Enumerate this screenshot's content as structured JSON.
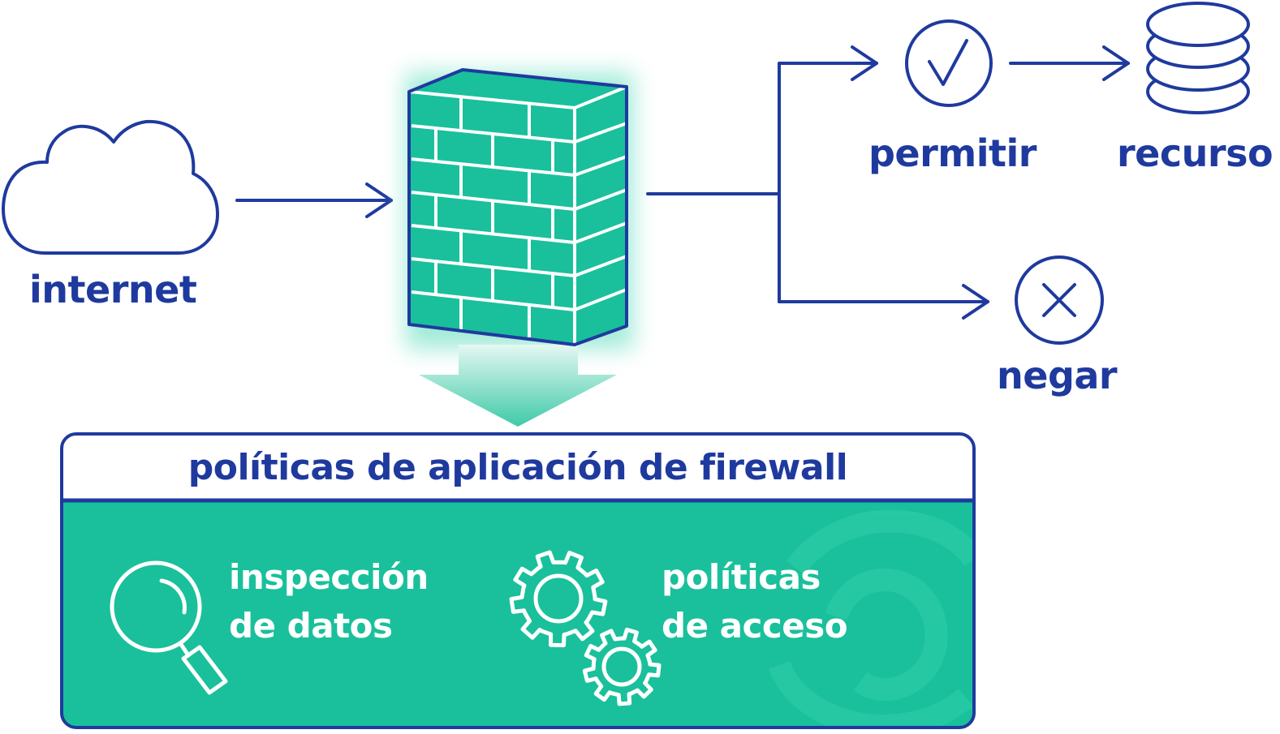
{
  "colors": {
    "primary_blue": "#1f3a9e",
    "teal": "#19c09b",
    "teal_light": "#a6ead9",
    "white": "#ffffff"
  },
  "nodes": {
    "internet": {
      "label": "internet",
      "icon": "cloud-icon"
    },
    "firewall": {
      "icon": "brick-wall-icon"
    },
    "allow": {
      "label": "permitir",
      "icon": "check-circle-icon"
    },
    "resource": {
      "label": "recurso",
      "icon": "database-stack-icon"
    },
    "deny": {
      "label": "negar",
      "icon": "x-circle-icon"
    }
  },
  "panel": {
    "title": "políticas de aplicación de firewall",
    "items": [
      {
        "line1": "inspección",
        "line2": "de datos",
        "icon": "magnifying-glass-icon"
      },
      {
        "line1": "políticas",
        "line2": "de acceso",
        "icon": "gears-icon"
      }
    ]
  }
}
